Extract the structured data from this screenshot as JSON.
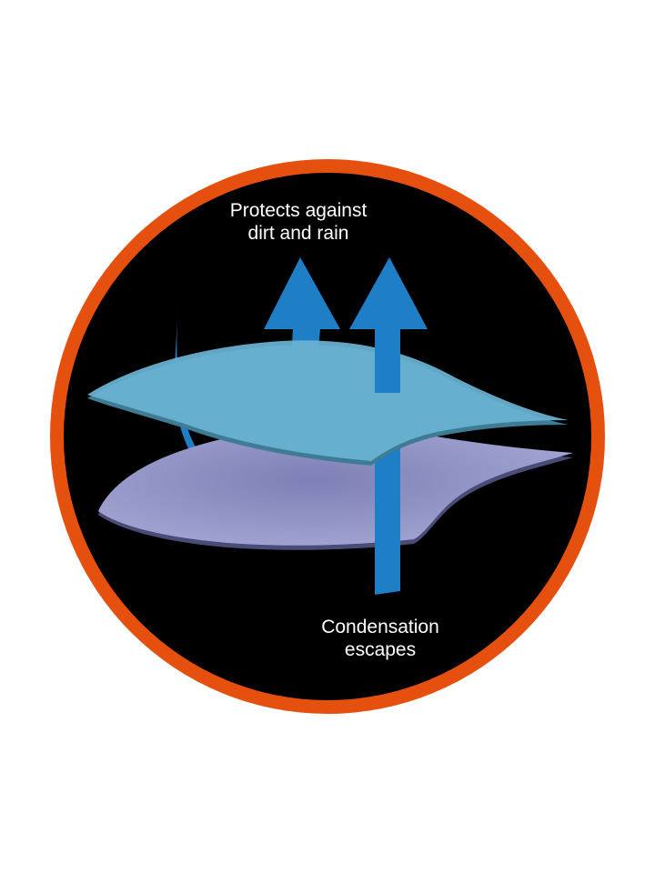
{
  "labels": {
    "top": {
      "line1": "Protects against",
      "line2": "dirt and rain"
    },
    "bottom": {
      "line1": "Condensation",
      "line2": "escapes"
    }
  },
  "colors": {
    "badge_ring": "#E5500F",
    "badge_fill": "#000000",
    "outer_layer": "#6BB3D3",
    "inner_layer": "#9B9DCB",
    "arrow": "#1E7FC6",
    "text": "#FFFFFF"
  }
}
